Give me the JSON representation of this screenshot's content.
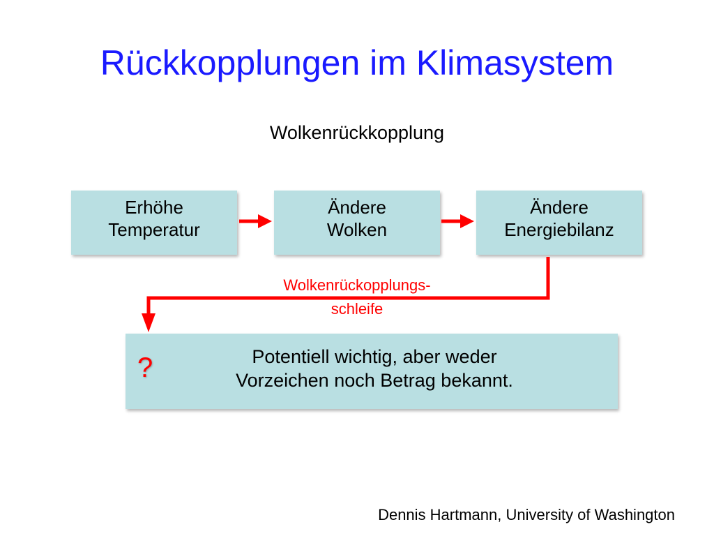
{
  "title": "Rückkopplungen im Klimasystem",
  "subtitle": "Wolkenrückkopplung",
  "boxes": [
    {
      "text": "Erhöhe\nTemperatur"
    },
    {
      "text": "Ändere\nWolken"
    },
    {
      "text": "Ändere\nEnergiebilanz"
    }
  ],
  "loop_label": "Wolkenrückopplungs-\nschleife",
  "result": {
    "question_mark": "?",
    "text": "Potentiell wichtig, aber weder\nVorzeichen noch Betrag bekannt."
  },
  "footer": "Dennis Hartmann, University of Washington",
  "colors": {
    "title": "#1a1aff",
    "box_fill": "#b9dfe2",
    "arrow": "#ff0000",
    "loop_label": "#ff0000"
  }
}
